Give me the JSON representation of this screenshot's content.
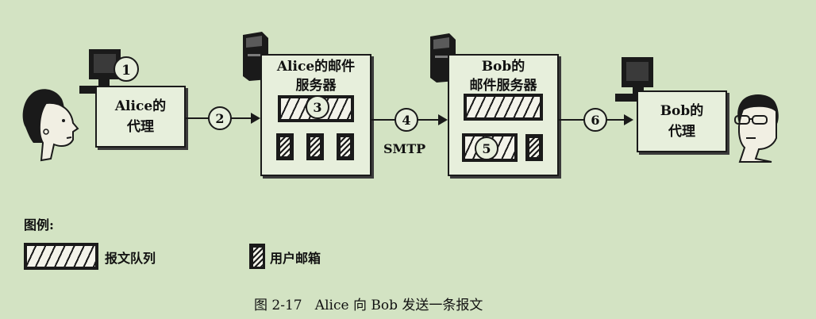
{
  "nodes": {
    "alice_agent": {
      "line1": "Alice的",
      "line2": "代理"
    },
    "alice_server": {
      "line1": "Alice的邮件",
      "line2": "服务器"
    },
    "bob_server": {
      "line1": "Bob的",
      "line2": "邮件服务器"
    },
    "bob_agent": {
      "line1": "Bob的",
      "line2": "代理"
    }
  },
  "steps": [
    "1",
    "2",
    "3",
    "4",
    "5",
    "6"
  ],
  "protocol_label": "SMTP",
  "legend": {
    "title": "图例:",
    "queue_label": "报文队列",
    "mailbox_label": "用户邮箱"
  },
  "caption": "图 2-17   Alice 向 Bob 发送一条报文",
  "colors": {
    "background": "#d3e3c3",
    "box_fill": "#e7efdc",
    "ink": "#1a1a1a"
  }
}
